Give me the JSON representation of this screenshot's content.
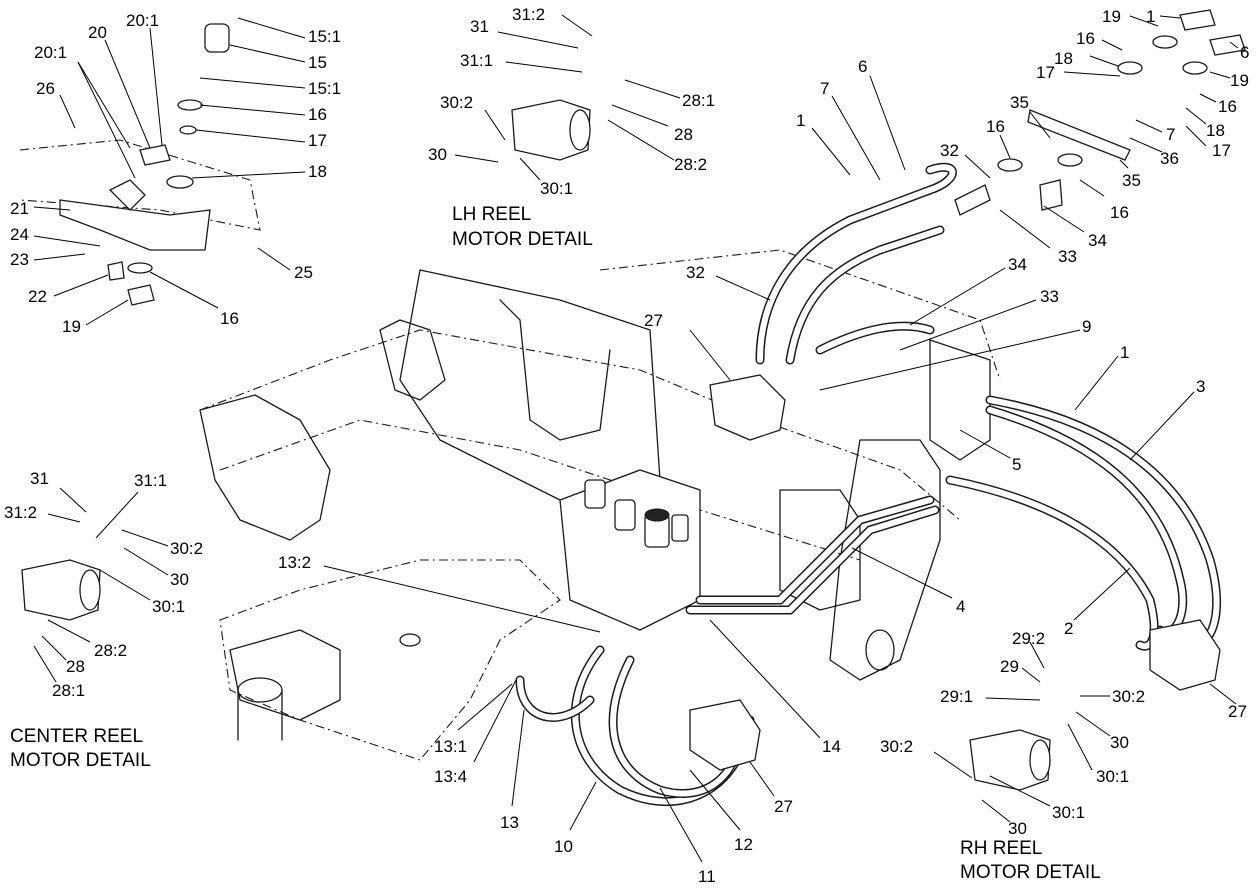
{
  "captions": {
    "lh": [
      "LH REEL",
      "MOTOR DETAIL"
    ],
    "center": [
      "CENTER REEL",
      "MOTOR DETAIL"
    ],
    "rh": [
      "RH REEL",
      "MOTOR DETAIL"
    ]
  },
  "callouts": [
    "26",
    "20:1",
    "20",
    "20:1",
    "15:1",
    "15",
    "15:1",
    "16",
    "17",
    "18",
    "21",
    "24",
    "23",
    "25",
    "22",
    "19",
    "16",
    "31:2",
    "31",
    "31:1",
    "28:1",
    "30:2",
    "28",
    "30",
    "28:2",
    "30:1",
    "19",
    "1",
    "16",
    "6",
    "18",
    "19",
    "17",
    "16",
    "18",
    "17",
    "7",
    "35",
    "36",
    "35",
    "16",
    "32",
    "16",
    "33",
    "34",
    "1",
    "7",
    "6",
    "32",
    "34",
    "33",
    "27",
    "9",
    "1",
    "3",
    "5",
    "4",
    "2",
    "27",
    "31",
    "31:1",
    "31:2",
    "30:2",
    "30",
    "30:1",
    "28:2",
    "28",
    "28:1",
    "13:2",
    "14",
    "13:1",
    "13:4",
    "13",
    "10",
    "11",
    "12",
    "27",
    "29:2",
    "29",
    "29:1",
    "30:2",
    "30",
    "30:2",
    "30:1",
    "30:1",
    "30"
  ]
}
